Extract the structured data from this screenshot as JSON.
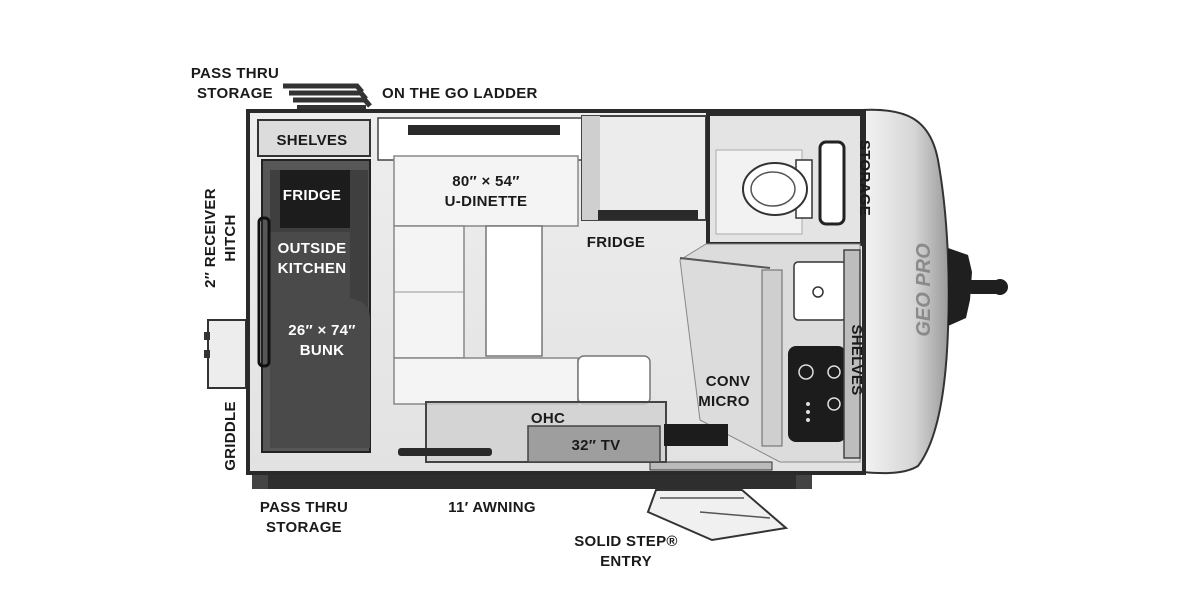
{
  "labels": {
    "pass_thru_storage_top_1": "PASS THRU",
    "pass_thru_storage_top_2": "STORAGE",
    "on_the_go_ladder": "ON THE GO LADDER",
    "receiver_hitch_1": "2″ RECEIVER",
    "receiver_hitch_2": "HITCH",
    "griddle": "GRIDDLE",
    "shelves_rear": "SHELVES",
    "fridge_outside": "FRIDGE",
    "outside_kitchen_1": "OUTSIDE",
    "outside_kitchen_2": "KITCHEN",
    "bunk_size": "26″ × 74″",
    "bunk": "BUNK",
    "dinette_size": "80″ × 54″",
    "dinette": "U-DINETTE",
    "fridge_main": "FRIDGE",
    "storage_front": "STORAGE",
    "shelves_front": "SHELVES",
    "conv_micro_1": "CONV",
    "conv_micro_2": "MICRO",
    "ohc": "OHC",
    "tv": "32″ TV",
    "pass_thru_storage_bottom_1": "PASS THRU",
    "pass_thru_storage_bottom_2": "STORAGE",
    "awning": "11′ AWNING",
    "entry_1": "SOLID STEP®",
    "entry_2": "ENTRY",
    "logo": "GEO PRO"
  },
  "colors": {
    "wall": "#2a2a2a",
    "floor": "#e9e9e9",
    "dark_floor": "#5a5a5a",
    "cushion": "#f2f2f2",
    "counter": "#d8d8d8",
    "fixture": "#ffffff"
  }
}
